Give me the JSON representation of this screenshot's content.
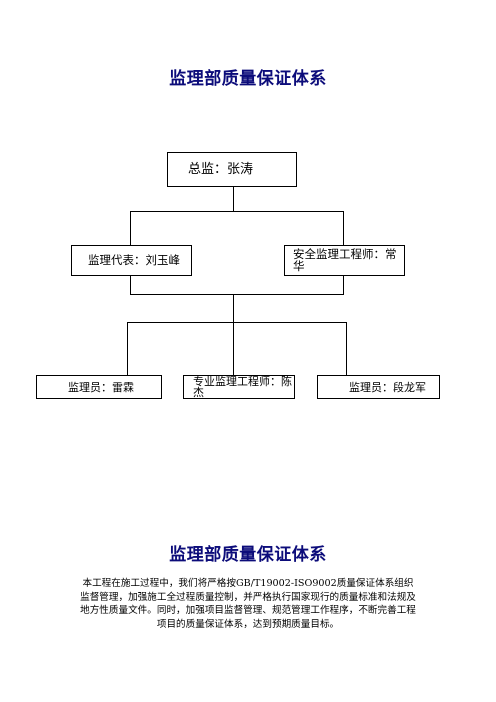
{
  "diagram": {
    "title": "监理部质量保证体系",
    "nodes": {
      "director": "总监：张涛",
      "representative": "监理代表：刘玉峰",
      "safety_engineer": "安全监理工程师：常华",
      "supervisor_1": "监理员：雷霖",
      "specialist_engineer": "专业监理工程师：陈杰",
      "supervisor_2": "监理员：段龙军"
    },
    "edges": [
      [
        "director",
        "representative"
      ],
      [
        "director",
        "safety_engineer"
      ],
      [
        "representative",
        "supervisor_1"
      ],
      [
        "representative",
        "specialist_engineer"
      ],
      [
        "representative",
        "supervisor_2"
      ],
      [
        "safety_engineer",
        "supervisor_1"
      ],
      [
        "safety_engineer",
        "specialist_engineer"
      ],
      [
        "safety_engineer",
        "supervisor_2"
      ]
    ]
  },
  "section": {
    "title": "监理部质量保证体系",
    "paragraph_lines": [
      "本工程在施工过程中，我们将严格按GB/T19002-ISO9002质量保证体系组织",
      "监督管理，加强施工全过程质量控制，并严格执行国家现行的质量标准和法规及",
      "地方性质量文件。同时，加强项目监督管理、规范管理工作程序，不断完善工程",
      "项目的质量保证体系，达到预期质量目标。"
    ]
  }
}
